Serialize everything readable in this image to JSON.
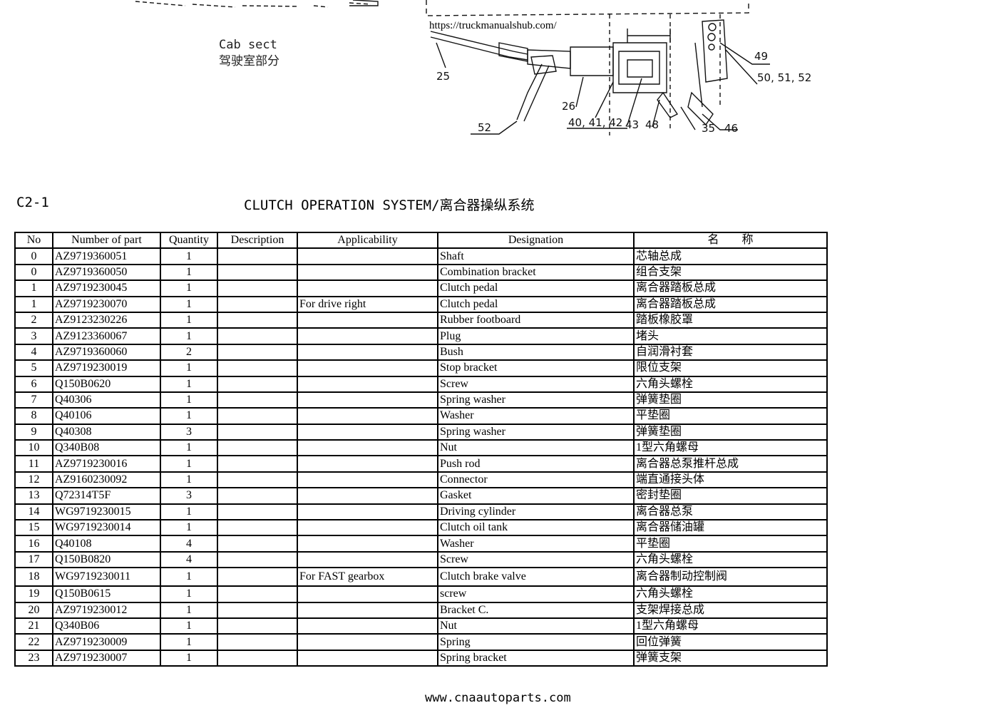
{
  "diagram": {
    "cab_label_line1": "Cab sect",
    "cab_label_line2": "驾驶室部分",
    "url_note": "https://truckmanualshub.com/",
    "callouts": [
      "49",
      "50, 51, 52",
      "25",
      "26",
      "40, 41, 42",
      "43",
      "48",
      "35",
      "46",
      "52"
    ]
  },
  "section": {
    "code": "C2-1",
    "title": "CLUTCH OPERATION SYSTEM/离合器操纵系统"
  },
  "table": {
    "headers": [
      "No",
      "Number of part",
      "Quantity",
      "Description",
      "Applicability",
      "Designation",
      "名　　称"
    ],
    "rows": [
      [
        "0",
        "AZ9719360051",
        "1",
        "",
        "",
        "Shaft",
        "芯轴总成"
      ],
      [
        "0",
        "AZ9719360050",
        "1",
        "",
        "",
        "Combination bracket",
        "组合支架"
      ],
      [
        "1",
        "AZ9719230045",
        "1",
        "",
        "",
        "Clutch pedal",
        "离合器踏板总成"
      ],
      [
        "1",
        "AZ9719230070",
        "1",
        "",
        "For drive right",
        "Clutch pedal",
        "离合器踏板总成"
      ],
      [
        "2",
        "AZ9123230226",
        "1",
        "",
        "",
        "Rubber footboard",
        "踏板橡胶罩"
      ],
      [
        "3",
        "AZ9123360067",
        "1",
        "",
        "",
        "Plug",
        "堵头"
      ],
      [
        "4",
        "AZ9719360060",
        "2",
        "",
        "",
        "Bush",
        "自润滑衬套"
      ],
      [
        "5",
        "AZ9719230019",
        "1",
        "",
        "",
        "Stop bracket",
        "限位支架"
      ],
      [
        "6",
        "Q150B0620",
        "1",
        "",
        "",
        "Screw",
        "六角头螺栓"
      ],
      [
        "7",
        "Q40306",
        "1",
        "",
        "",
        "Spring washer",
        "弹簧垫圈"
      ],
      [
        "8",
        "Q40106",
        "1",
        "",
        "",
        "Washer",
        "平垫圈"
      ],
      [
        "9",
        "Q40308",
        "3",
        "",
        "",
        "Spring washer",
        "弹簧垫圈"
      ],
      [
        "10",
        "Q340B08",
        "1",
        "",
        "",
        "Nut",
        "1型六角螺母"
      ],
      [
        "11",
        "AZ9719230016",
        "1",
        "",
        "",
        "Push rod",
        "离合器总泵推杆总成"
      ],
      [
        "12",
        "AZ9160230092",
        "1",
        "",
        "",
        "Connector",
        "端直通接头体"
      ],
      [
        "13",
        "Q72314T5F",
        "3",
        "",
        "",
        "Gasket",
        "密封垫圈"
      ],
      [
        "14",
        "WG9719230015",
        "1",
        "",
        "",
        "Driving cylinder",
        "离合器总泵"
      ],
      [
        "15",
        "WG9719230014",
        "1",
        "",
        "",
        "Clutch oil tank",
        "离合器储油罐"
      ],
      [
        "16",
        "Q40108",
        "4",
        "",
        "",
        "Washer",
        "平垫圈"
      ],
      [
        "17",
        "Q150B0820",
        "4",
        "",
        "",
        "Screw",
        "六角头螺栓"
      ],
      [
        "18",
        "WG9719230011",
        "1",
        "",
        "For FAST gearbox",
        "Clutch brake valve",
        "离合器制动控制阀"
      ],
      [
        "19",
        "Q150B0615",
        "1",
        "",
        "",
        "screw",
        "六角头螺栓"
      ],
      [
        "20",
        "AZ9719230012",
        "1",
        "",
        "",
        "Bracket C.",
        "支架焊接总成"
      ],
      [
        "21",
        "Q340B06",
        "1",
        "",
        "",
        "Nut",
        "1型六角螺母"
      ],
      [
        "22",
        "AZ9719230009",
        "1",
        "",
        "",
        "Spring",
        "回位弹簧"
      ],
      [
        "23",
        "AZ9719230007",
        "1",
        "",
        "",
        "Spring bracket",
        "弹簧支架"
      ]
    ]
  },
  "footer": {
    "site": "www.cnaautoparts.com"
  }
}
